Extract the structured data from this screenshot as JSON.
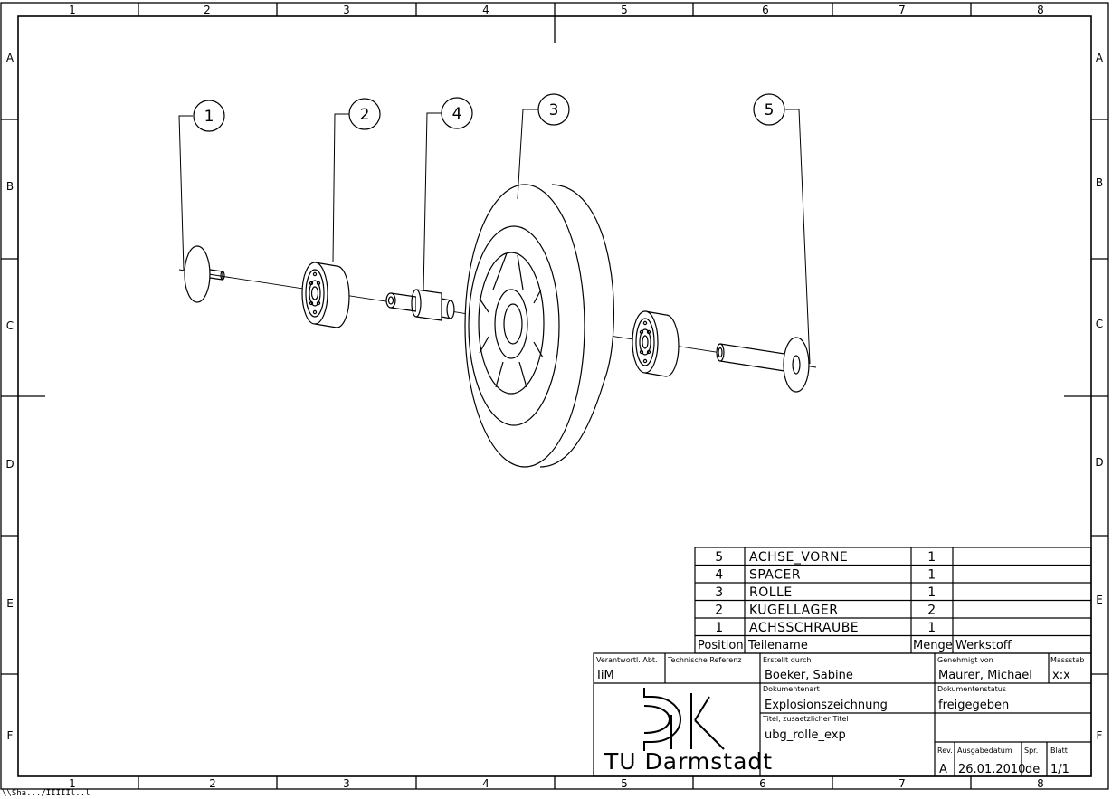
{
  "sheet": {
    "columns": [
      "1",
      "2",
      "3",
      "4",
      "5",
      "6",
      "7",
      "8"
    ],
    "rows": [
      "A",
      "B",
      "C",
      "D",
      "E",
      "F"
    ]
  },
  "balloons": [
    "1",
    "2",
    "4",
    "3",
    "5"
  ],
  "bom": {
    "rows": [
      {
        "position": "5",
        "name": "ACHSE_VORNE",
        "qty": "1",
        "material": ""
      },
      {
        "position": "4",
        "name": "SPACER",
        "qty": "1",
        "material": ""
      },
      {
        "position": "3",
        "name": "ROLLE",
        "qty": "1",
        "material": ""
      },
      {
        "position": "2",
        "name": "KUGELLAGER",
        "qty": "2",
        "material": ""
      },
      {
        "position": "1",
        "name": "ACHSSCHRAUBE",
        "qty": "1",
        "material": ""
      }
    ],
    "headers": {
      "position": "Position",
      "name": "Teilename",
      "qty": "Menge",
      "material": "Werkstoff"
    }
  },
  "title_block": {
    "responsible_label": "Verantwortl. Abt.",
    "responsible_value": "IiM",
    "tech_ref_label": "Technische Referenz",
    "tech_ref_value": "",
    "created_label": "Erstellt durch",
    "created_value": "Boeker, Sabine",
    "approved_label": "Genehmigt von",
    "approved_value": "Maurer, Michael",
    "scale_label": "Massstab",
    "scale_value": "x:x",
    "doctype_label": "Dokumentenart",
    "doctype_value": "Explosionszeichnung",
    "docstatus_label": "Dokumentenstatus",
    "docstatus_value": "freigegeben",
    "title_label": "Titel, zusaetzlicher Titel",
    "title_value": "ubg_rolle_exp",
    "rev_label": "Rev.",
    "rev_value": "A",
    "date_label": "Ausgabedatum",
    "date_value": "26.01.2010",
    "lang_label": "Spr.",
    "lang_value": "de",
    "sheet_label": "Blatt",
    "sheet_value": "1/1",
    "org_name": "TU Darmstadt"
  },
  "footer_note": "\\\\Sha.../IIIIIl..l"
}
